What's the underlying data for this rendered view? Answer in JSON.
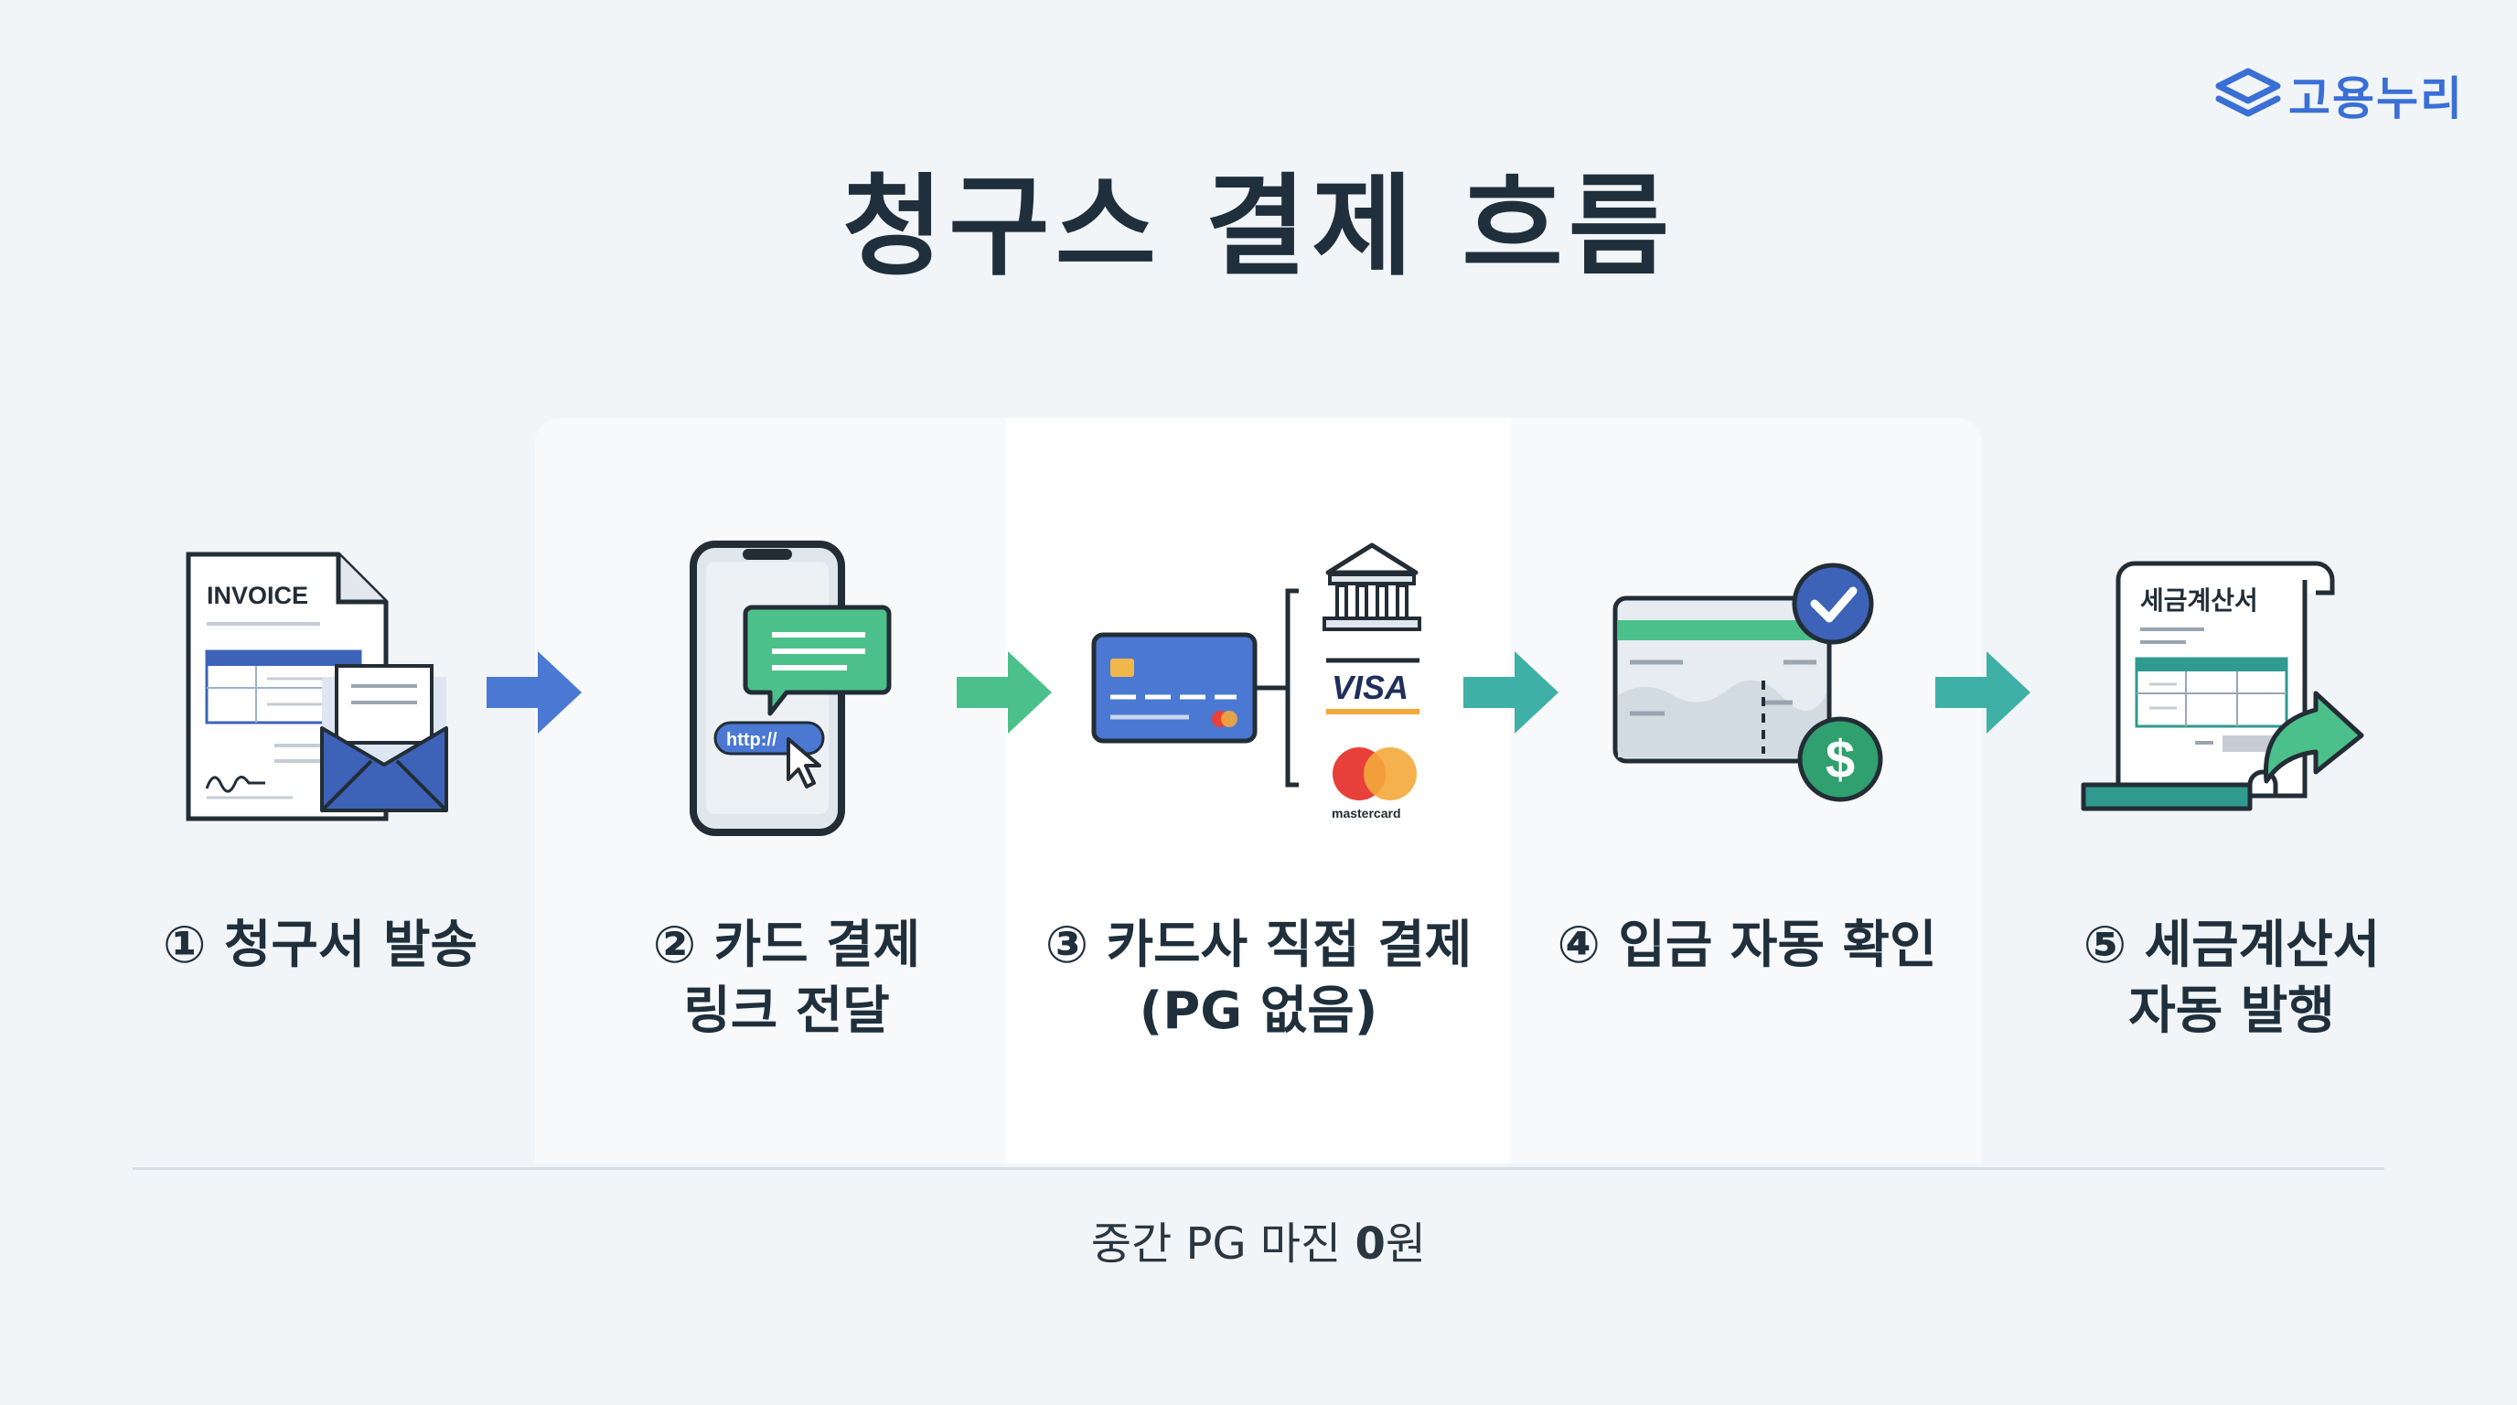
{
  "brand": {
    "name": "고용누리",
    "color": "#3a6fd6"
  },
  "title": "청구스 결제 흐름",
  "steps": [
    {
      "line1": "① 청구서 발송",
      "line2": "",
      "icon": "invoice-envelope-icon"
    },
    {
      "line1": "② 카드 결제",
      "line2": "링크 전달",
      "icon": "phone-link-icon"
    },
    {
      "line1": "③ 카드사 직접 결제",
      "line2": "(PG 없음)",
      "icon": "card-network-icon"
    },
    {
      "line1": "④ 입금 자동 확인",
      "line2": "",
      "icon": "deposit-check-icon"
    },
    {
      "line1": "⑤ 세금계산서",
      "line2": "자동 발행",
      "icon": "tax-invoice-icon"
    }
  ],
  "icon_texts": {
    "invoice": "INVOICE",
    "link": "http://",
    "visa": "VISA",
    "mastercard": "mastercard",
    "tax_invoice": "세금계산서",
    "dollar": "$"
  },
  "footer": {
    "text": "중간 PG 마진 ",
    "highlight": "0",
    "suffix": "원"
  },
  "colors": {
    "arrow_blue": "#4a78d2",
    "arrow_green": "#4cc08a",
    "arrow_teal": "#3fb0a6",
    "title": "#1f2f3c"
  }
}
